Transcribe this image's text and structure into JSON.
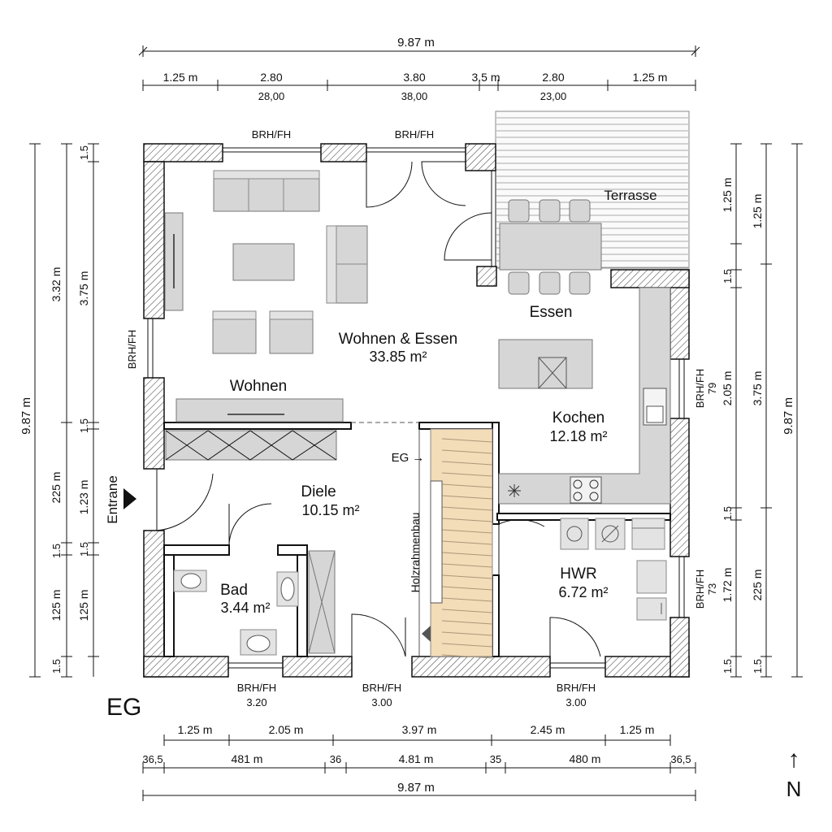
{
  "rooms": {
    "wohnen_essen": {
      "name": "Wohnen & Essen",
      "area": "33.85 m²"
    },
    "wohnen": {
      "name": "Wohnen"
    },
    "essen": {
      "name": "Essen"
    },
    "kochen": {
      "name": "Kochen",
      "area": "12.18 m²"
    },
    "diele": {
      "name": "Diele",
      "area": "10.15 m²"
    },
    "bad": {
      "name": "Bad",
      "area": "3.44 m²"
    },
    "hwr": {
      "name": "HWR",
      "area": "6.72 m²"
    },
    "terrasse": {
      "name": "Terrasse"
    }
  },
  "labels": {
    "floor": "EG",
    "stair_eg": "EG →",
    "stair_construction": "Holzrahmenbau",
    "entrance": "Entrane",
    "north": "N",
    "north_arrow": "↑"
  },
  "window_labels": {
    "top_left": "BRH/FH",
    "top_right": "BRH/FH",
    "left": "BRH/FH",
    "right_kochen": "BRH/FH",
    "right_kochen_sub": "79",
    "right_hwr": "BRH/FH",
    "right_hwr_sub": "73",
    "bottom_bad": "BRH/FH",
    "bottom_bad_sub": "3.20",
    "bottom_diele": "BRH/FH",
    "bottom_diele_sub": "3.00",
    "bottom_hwr": "BRH/FH",
    "bottom_hwr_sub": "3.00"
  },
  "dims_top": {
    "total": "9.87 m",
    "segments": [
      "1.25 m",
      "2.80",
      "3.80",
      "3.5 m",
      "2.80",
      "1.25 m"
    ],
    "sub_segments": [
      "28,00",
      "38,00",
      "23,00"
    ]
  },
  "dims_bottom": {
    "row1": [
      "1.25 m",
      "2.05 m",
      "3.97 m",
      "2.45 m",
      "1.25 m"
    ],
    "row2": [
      "36,5",
      "481 m",
      "36",
      "4.81 m",
      "35",
      "480 m",
      "36,5"
    ],
    "total": "9.87 m"
  },
  "dims_left": {
    "total": "9.87 m",
    "outer": [
      "3.32 m",
      "225 m",
      "1.5",
      "125 m",
      "1.5"
    ],
    "inner": [
      "1.5",
      "3.75 m",
      "1.5",
      "1.23 m",
      "1.5",
      "125 m"
    ]
  },
  "dims_right": {
    "inner": [
      "1.25 m",
      "1.5",
      "2.05 m",
      "1.5",
      "1.72 m",
      "1.5"
    ],
    "outer": [
      "1.25 m",
      "3.75 m",
      "225 m",
      "1.5"
    ],
    "total": "9.87 m"
  }
}
